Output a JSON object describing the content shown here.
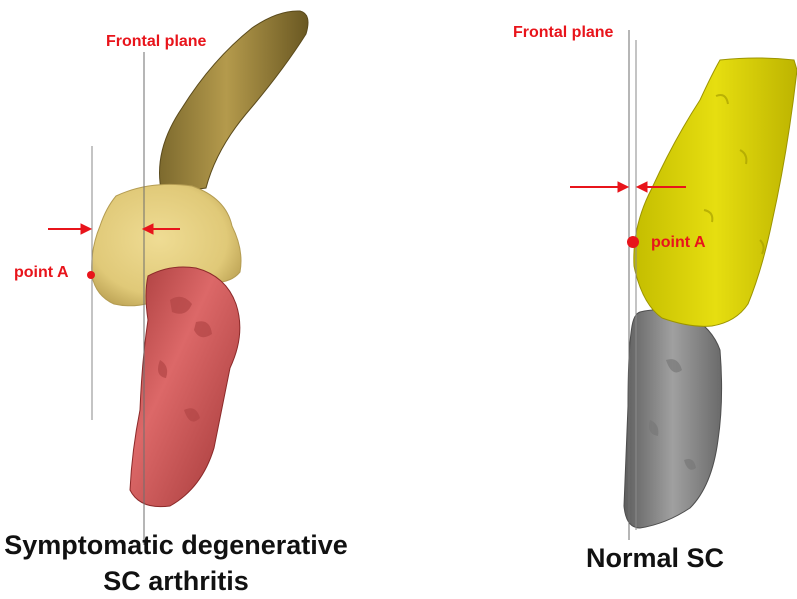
{
  "left_panel": {
    "plane_label": "Frontal plane",
    "point_label": "point A",
    "caption_line1": "Symptomatic degenerative",
    "caption_line2": "SC arthritis",
    "colors": {
      "clavicle": "#d8c47a",
      "sternum": "#d46060",
      "marker": "#e8141b"
    }
  },
  "right_panel": {
    "plane_label": "Frontal plane",
    "point_label": "point A",
    "caption": "Normal SC",
    "colors": {
      "clavicle": "#d6d000",
      "sternum": "#8c8c8c",
      "marker": "#e8141b"
    }
  }
}
